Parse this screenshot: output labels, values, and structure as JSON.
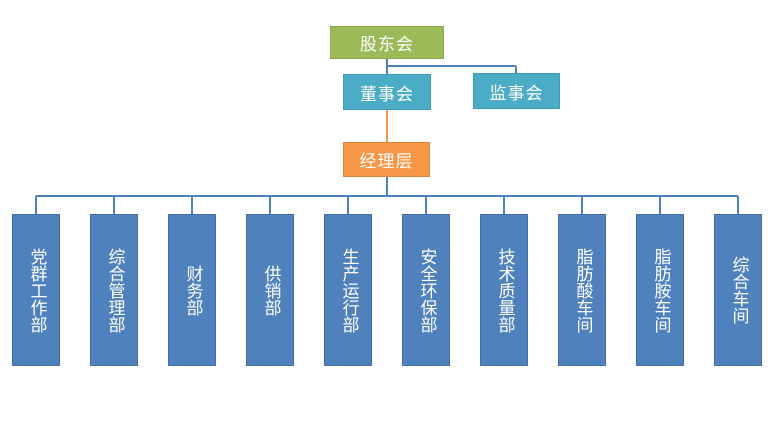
{
  "colors": {
    "shareholder": "#9bbb59",
    "board": "#4bacc6",
    "manager": "#f79646",
    "department": "#4f81bd",
    "connector_blue": "#4f81bd",
    "connector_orange": "#f79646"
  },
  "nodes": {
    "shareholders": "股东会",
    "board_of_directors": "董事会",
    "board_of_supervisors": "监事会",
    "management": "经理层"
  },
  "departments": [
    "党群工作部",
    "综合管理部",
    "财务部",
    "供销部",
    "生产运行部",
    "安全环保部",
    "技术质量部",
    "脂肪酸车间",
    "脂肪胺车间",
    "综合车间"
  ]
}
